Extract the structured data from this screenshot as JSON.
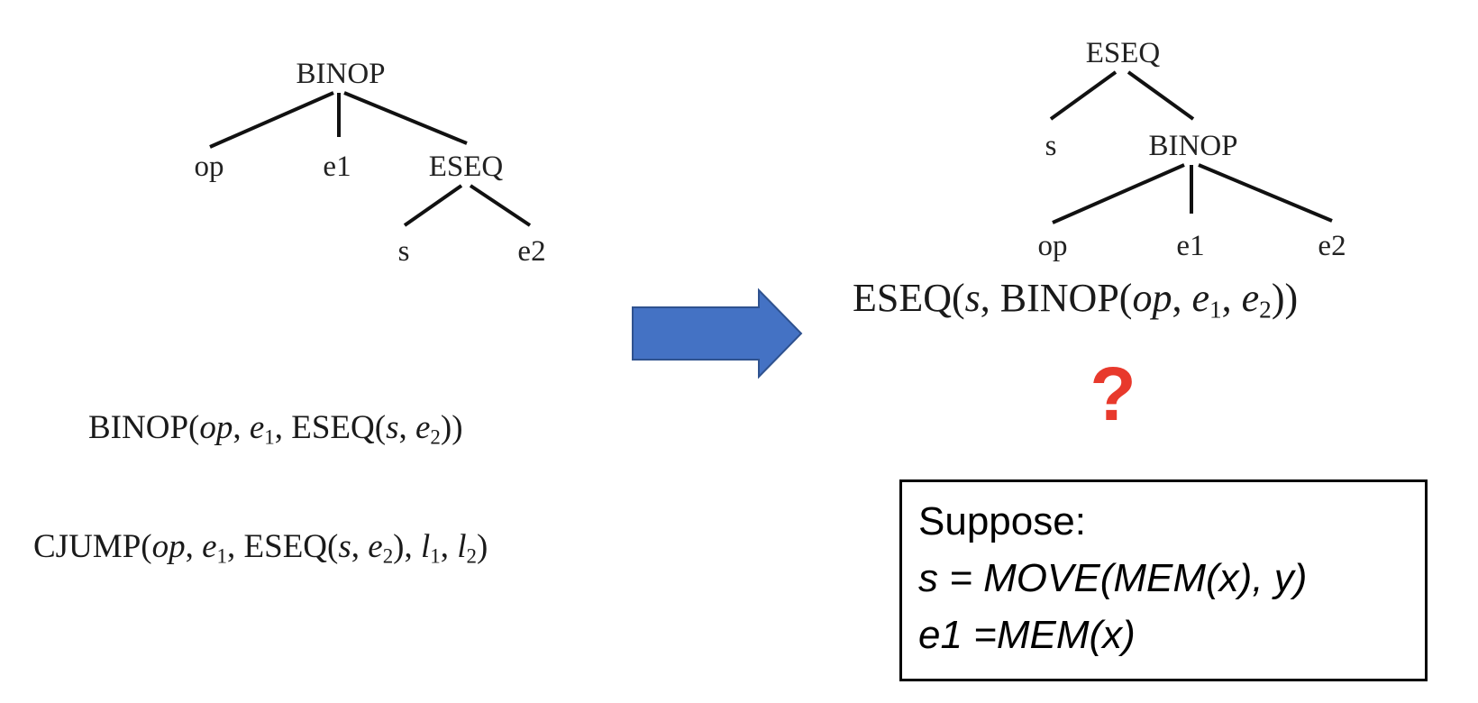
{
  "left_tree": {
    "root": "BINOP",
    "children": [
      "op",
      "e1",
      "ESEQ"
    ],
    "grandchildren": [
      "s",
      "e2"
    ]
  },
  "right_tree": {
    "root": "ESEQ",
    "children": [
      "s",
      "BINOP"
    ],
    "grandchildren": [
      "op",
      "e1",
      "e2"
    ]
  },
  "formulas": {
    "right": {
      "f1": "ESEQ(",
      "v1": "s",
      "f2": ", BINOP(",
      "v2": "op",
      "f3": ", ",
      "v3": "e",
      "s3": "1",
      "f4": ", ",
      "v4": "e",
      "s4": "2",
      "f5": "))"
    },
    "binop": {
      "f1": "BINOP(",
      "v1": "op",
      "f2": ", ",
      "v2": "e",
      "s2": "1",
      "f3": ", ESEQ(",
      "v3": "s",
      "f4": ", ",
      "v4": "e",
      "s4": "2",
      "f5": "))"
    },
    "cjump": {
      "f1": "CJUMP(",
      "v1": "op",
      "f2": ", ",
      "v2": "e",
      "s2": "1",
      "f3": ", ESEQ(",
      "v3": "s",
      "f4": ", ",
      "v4": "e",
      "s4": "2",
      "f5": "), ",
      "v5": "l",
      "s5": "1",
      "f6": ", ",
      "v6": "l",
      "s6": "2",
      "f7": ")"
    }
  },
  "question_mark": "?",
  "suppose_box": {
    "heading": "Suppose:",
    "lines": [
      "s = MOVE(MEM(x), y)",
      "e1 =MEM(x)"
    ]
  },
  "colors": {
    "arrow_fill": "#4472C4",
    "arrow_stroke": "#2F528F",
    "question_mark": "#E8392C"
  }
}
